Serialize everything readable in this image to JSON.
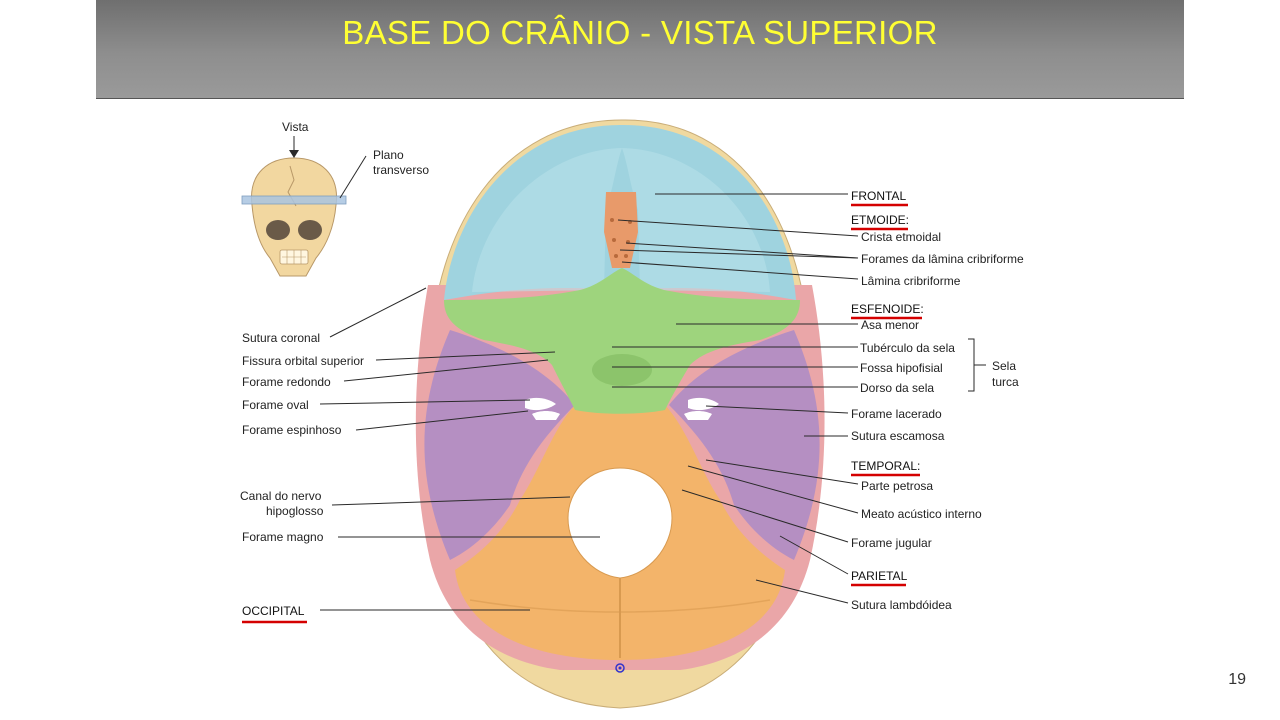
{
  "slide": {
    "title": "BASE DO CRÂNIO - VISTA SUPERIOR",
    "page_number": "19"
  },
  "inset": {
    "view_label": "Vista",
    "plane_label_line1": "Plano",
    "plane_label_line2": "transverso"
  },
  "labels_left": {
    "sutura_coronal": "Sutura coronal",
    "fissura_orbital_superior": "Fissura orbital superior",
    "forame_redondo": "Forame redondo",
    "forame_oval": "Forame oval",
    "forame_espinhoso": "Forame espinhoso",
    "canal_nervo_line1": "Canal do nervo",
    "canal_nervo_line2": "hipoglosso",
    "forame_magno": "Forame magno",
    "occipital": "OCCIPITAL"
  },
  "labels_right": {
    "frontal": "FRONTAL",
    "etmoide": "ETMOIDE:",
    "crista_etmoidal": "Crista etmoidal",
    "forames_lamina": "Forames da lâmina cribriforme",
    "lamina_cribriforme": "Lâmina cribriforme",
    "esfenoide": "ESFENOIDE:",
    "asa_menor": "Asa menor",
    "tuberculo_sela": "Tubérculo da sela",
    "fossa_hipofisial": "Fossa hipofisial",
    "dorso_sela": "Dorso da sela",
    "sela_line1": "Sela",
    "sela_line2": "turca",
    "forame_lacerado": "Forame lacerado",
    "sutura_escamosa": "Sutura escamosa",
    "temporal": "TEMPORAL:",
    "parte_petrosa": "Parte petrosa",
    "meato_acustico": "Meato acústico interno",
    "forame_jugular": "Forame jugular",
    "parietal": "PARIETAL",
    "sutura_lambdoidea": "Sutura lambdóidea"
  },
  "colors": {
    "title_text": "#ffff33",
    "frontal": "#9fd3df",
    "etmoide": "#e89a6a",
    "esfenoide": "#9ed47d",
    "temporal": "#b58fc2",
    "parietal": "#eaa6a8",
    "occipital": "#f3b46a",
    "outer_bone": "#f0d9a0",
    "underline": "#d40000"
  }
}
